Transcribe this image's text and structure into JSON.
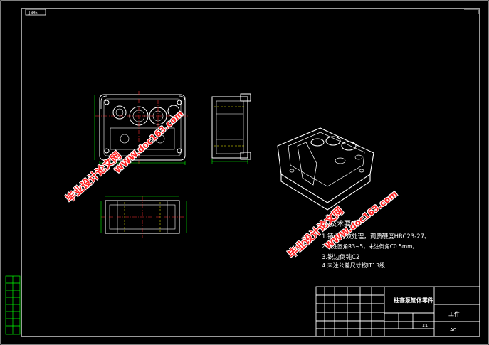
{
  "drawing": {
    "corner_tag": "JN86",
    "tech_requirements": {
      "title": "技术要求",
      "items": [
        "1.铸件时效处理，调质硬度HRC23-27。",
        "2.未注圆角R3~5，未注倒角C0.5mm。",
        "3.锐边倒钝C2",
        "4.未注公差尺寸按IT13级"
      ]
    },
    "title_block": {
      "part_name": "柱塞泵缸体零件",
      "material": "工件",
      "sheet_size": "A0",
      "scale": "1:1"
    },
    "watermarks": [
      {
        "line1": "毕业设计论文网",
        "line2": "WWW.doc163.com"
      },
      {
        "line1": "毕业设计论文网",
        "line2": "WWW.doc163.com"
      }
    ]
  },
  "colors": {
    "background": "#000000",
    "frame": "#ffffff",
    "outline": "#ffffff",
    "center_line": "#ff3030",
    "dimension": "#00ff00",
    "hidden": "#ffff00",
    "watermark": "#ff2020",
    "left_strip": "#00ff00"
  }
}
